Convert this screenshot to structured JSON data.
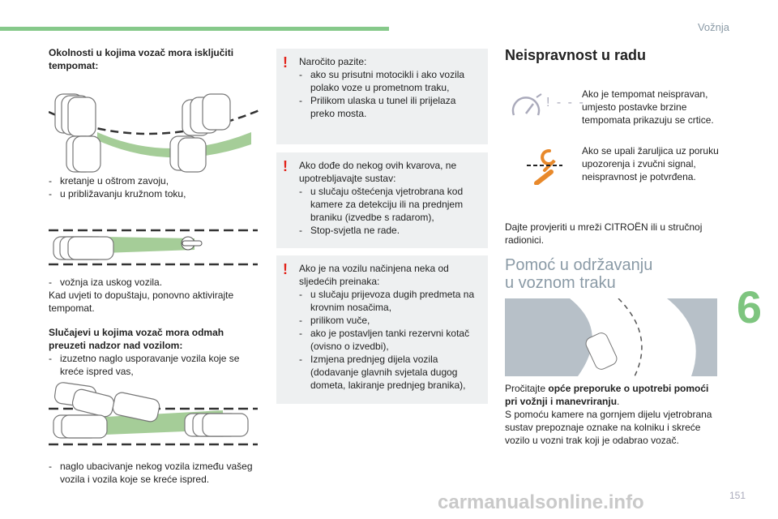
{
  "header": {
    "chapter_title": "Vožnja",
    "chapter_number": "6",
    "page_number": "151"
  },
  "left": {
    "heading": "Okolnosti u kojima vozač mora isključiti tempomat:",
    "list1": [
      "kretanje u oštrom zavoju,",
      "u približavanju kružnom toku,"
    ],
    "list2": [
      "vožnja iza uskog vozila."
    ],
    "para": "Kad uvjeti to dopuštaju, ponovno aktivirajte tempomat.",
    "heading2": "Slučajevi u kojima vozač mora odmah preuzeti nadzor nad vozilom:",
    "list3": [
      "izuzetno naglo usporavanje vozila koje se kreće ispred vas,"
    ],
    "list4": [
      "naglo ubacivanje nekog vozila između vašeg vozila i vozila koje se kreće ispred."
    ]
  },
  "middle": {
    "note1": {
      "intro": "Naročito pazite:",
      "items": [
        "ako su prisutni motocikli i ako vozila polako voze u prometnom traku,",
        "Prilikom ulaska u tunel ili prijelaza preko mosta."
      ]
    },
    "note2": {
      "intro": "Ako dođe do nekog ovih kvarova, ne upotrebljavajte sustav:",
      "items": [
        "u slučaju oštećenja vjetrobrana kod kamere za detekciju ili na prednjem braniku (izvedbe s radarom),",
        "Stop-svjetla ne rade."
      ]
    },
    "note3": {
      "intro": "Ako je na vozilu načinjena neka od sljedećih preinaka:",
      "items": [
        "u slučaju prijevoza dugih predmeta na krovnim nosačima,",
        "prilikom vuče,",
        "ako je postavljen tanki rezervni kotač (ovisno o izvedbi),",
        "Izmjena prednjeg dijela vozila (dodavanje glavnih svjetala dugog dometa, lakiranje prednjeg branika),"
      ]
    }
  },
  "right": {
    "title1": "Neispravnost u radu",
    "fault1": "Ako je tempomat neispravan, umjesto postavke brzine tempomata prikazuju se crtice.",
    "fault1_icon_text": "! - - -",
    "fault2": "Ako se upali žaruljica uz poruku upozorenja i zvučni signal, neispravnost je potvrđena.",
    "service": "Dajte provjeriti u mreži CITROËN ili u stručnoj radionici.",
    "title2_line1": "Pomoć u održavanju",
    "title2_line2": "u voznom traku",
    "read_prefix": "Pročitajte ",
    "read_bold": "opće preporuke o upotrebi pomoći pri vožnji i manevriranju",
    "read_suffix": ".",
    "desc": "S pomoću kamere na gornjem dijelu vjetrobrana sustav prepoznaje oznake na kolniku i skreće vozilo u vozni trak koji je odabrao vozač."
  },
  "footer": {
    "watermark": "carmanualsonline.info"
  },
  "colors": {
    "accent_green": "#7ec57f",
    "warning_red": "#e2231a",
    "orange": "#e8892b",
    "note_bg": "#eef0f1"
  }
}
